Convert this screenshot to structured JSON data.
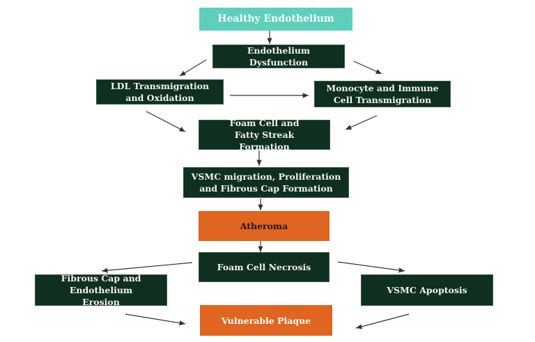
{
  "diagram": {
    "title": "Atherosclerosis progression flowchart",
    "colors": {
      "start": "#5ecfbb",
      "step": "#0f2f1f",
      "milestone": "#df6520",
      "arrow": "#333333"
    },
    "nodes": {
      "healthy": "Healthy Endothelium",
      "dysfunction": "Endothelium Dysfunction",
      "ldl": "LDL Transmigration and Oxidation",
      "monocyte": "Monocyte and Immune Cell Transmigration",
      "foam_streak": "Foam Cell and Fatty Streak Formation",
      "vsmc_migration": "VSMC migration, Proliferation and Fibrous Cap Formation",
      "atheroma": "Atheroma",
      "necrosis": "Foam Cell Necrosis",
      "erosion": "Fibrous Cap and Endothelium Erosion",
      "apoptosis": "VSMC Apoptosis",
      "plaque": "Vulnerable Plaque"
    },
    "edges": [
      [
        "healthy",
        "dysfunction"
      ],
      [
        "dysfunction",
        "ldl"
      ],
      [
        "dysfunction",
        "monocyte"
      ],
      [
        "ldl",
        "monocyte"
      ],
      [
        "ldl",
        "foam_streak"
      ],
      [
        "monocyte",
        "foam_streak"
      ],
      [
        "foam_streak",
        "vsmc_migration"
      ],
      [
        "vsmc_migration",
        "atheroma"
      ],
      [
        "atheroma",
        "necrosis"
      ],
      [
        "necrosis",
        "erosion"
      ],
      [
        "necrosis",
        "apoptosis"
      ],
      [
        "erosion",
        "plaque"
      ],
      [
        "apoptosis",
        "plaque"
      ]
    ]
  }
}
